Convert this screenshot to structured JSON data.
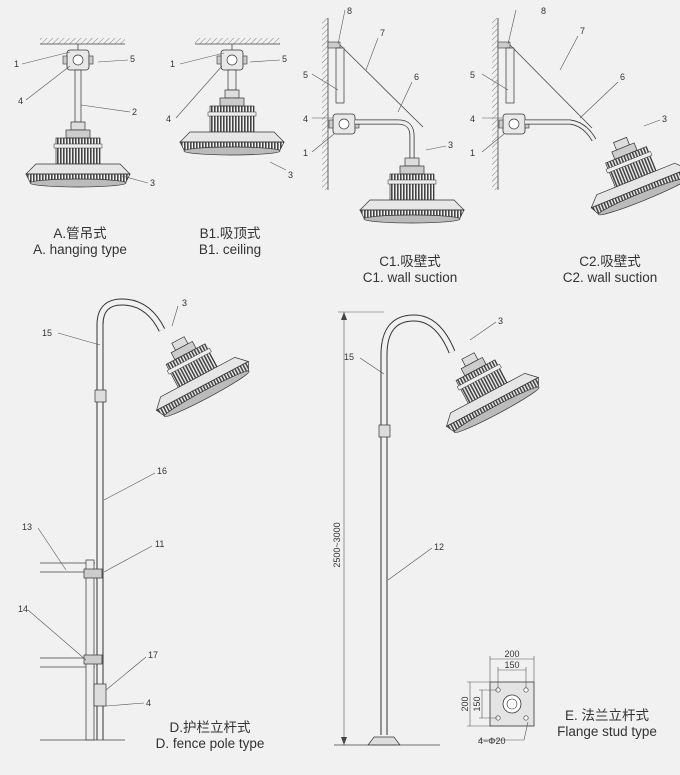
{
  "captions": {
    "a": {
      "zh": "A.管吊式",
      "en": "A. hanging type"
    },
    "b1": {
      "zh": "B1.吸顶式",
      "en": "B1. ceiling"
    },
    "c1": {
      "zh": "C1.吸壁式",
      "en": "C1. wall suction"
    },
    "c2": {
      "zh": "C2.吸壁式",
      "en": "C2. wall suction"
    },
    "d": {
      "zh": "D.护栏立杆式",
      "en": "D. fence pole type"
    },
    "e": {
      "zh": "E. 法兰立杆式",
      "en": "Flange stud type"
    }
  },
  "callouts": {
    "a": [
      "1",
      "5",
      "4",
      "2",
      "3"
    ],
    "b1": [
      "1",
      "5",
      "4",
      "3"
    ],
    "c1": [
      "8",
      "7",
      "5",
      "6",
      "4",
      "1",
      "3"
    ],
    "c2": [
      "8",
      "7",
      "5",
      "6",
      "4",
      "1",
      "3"
    ],
    "d": [
      "3",
      "15",
      "16",
      "13",
      "11",
      "14",
      "17",
      "4"
    ],
    "e": [
      "3",
      "15",
      "12"
    ]
  },
  "dimensions": {
    "pole_height": "2500~3000",
    "flange_outer": "200",
    "flange_inner": "150",
    "holes": "4−Φ20"
  }
}
